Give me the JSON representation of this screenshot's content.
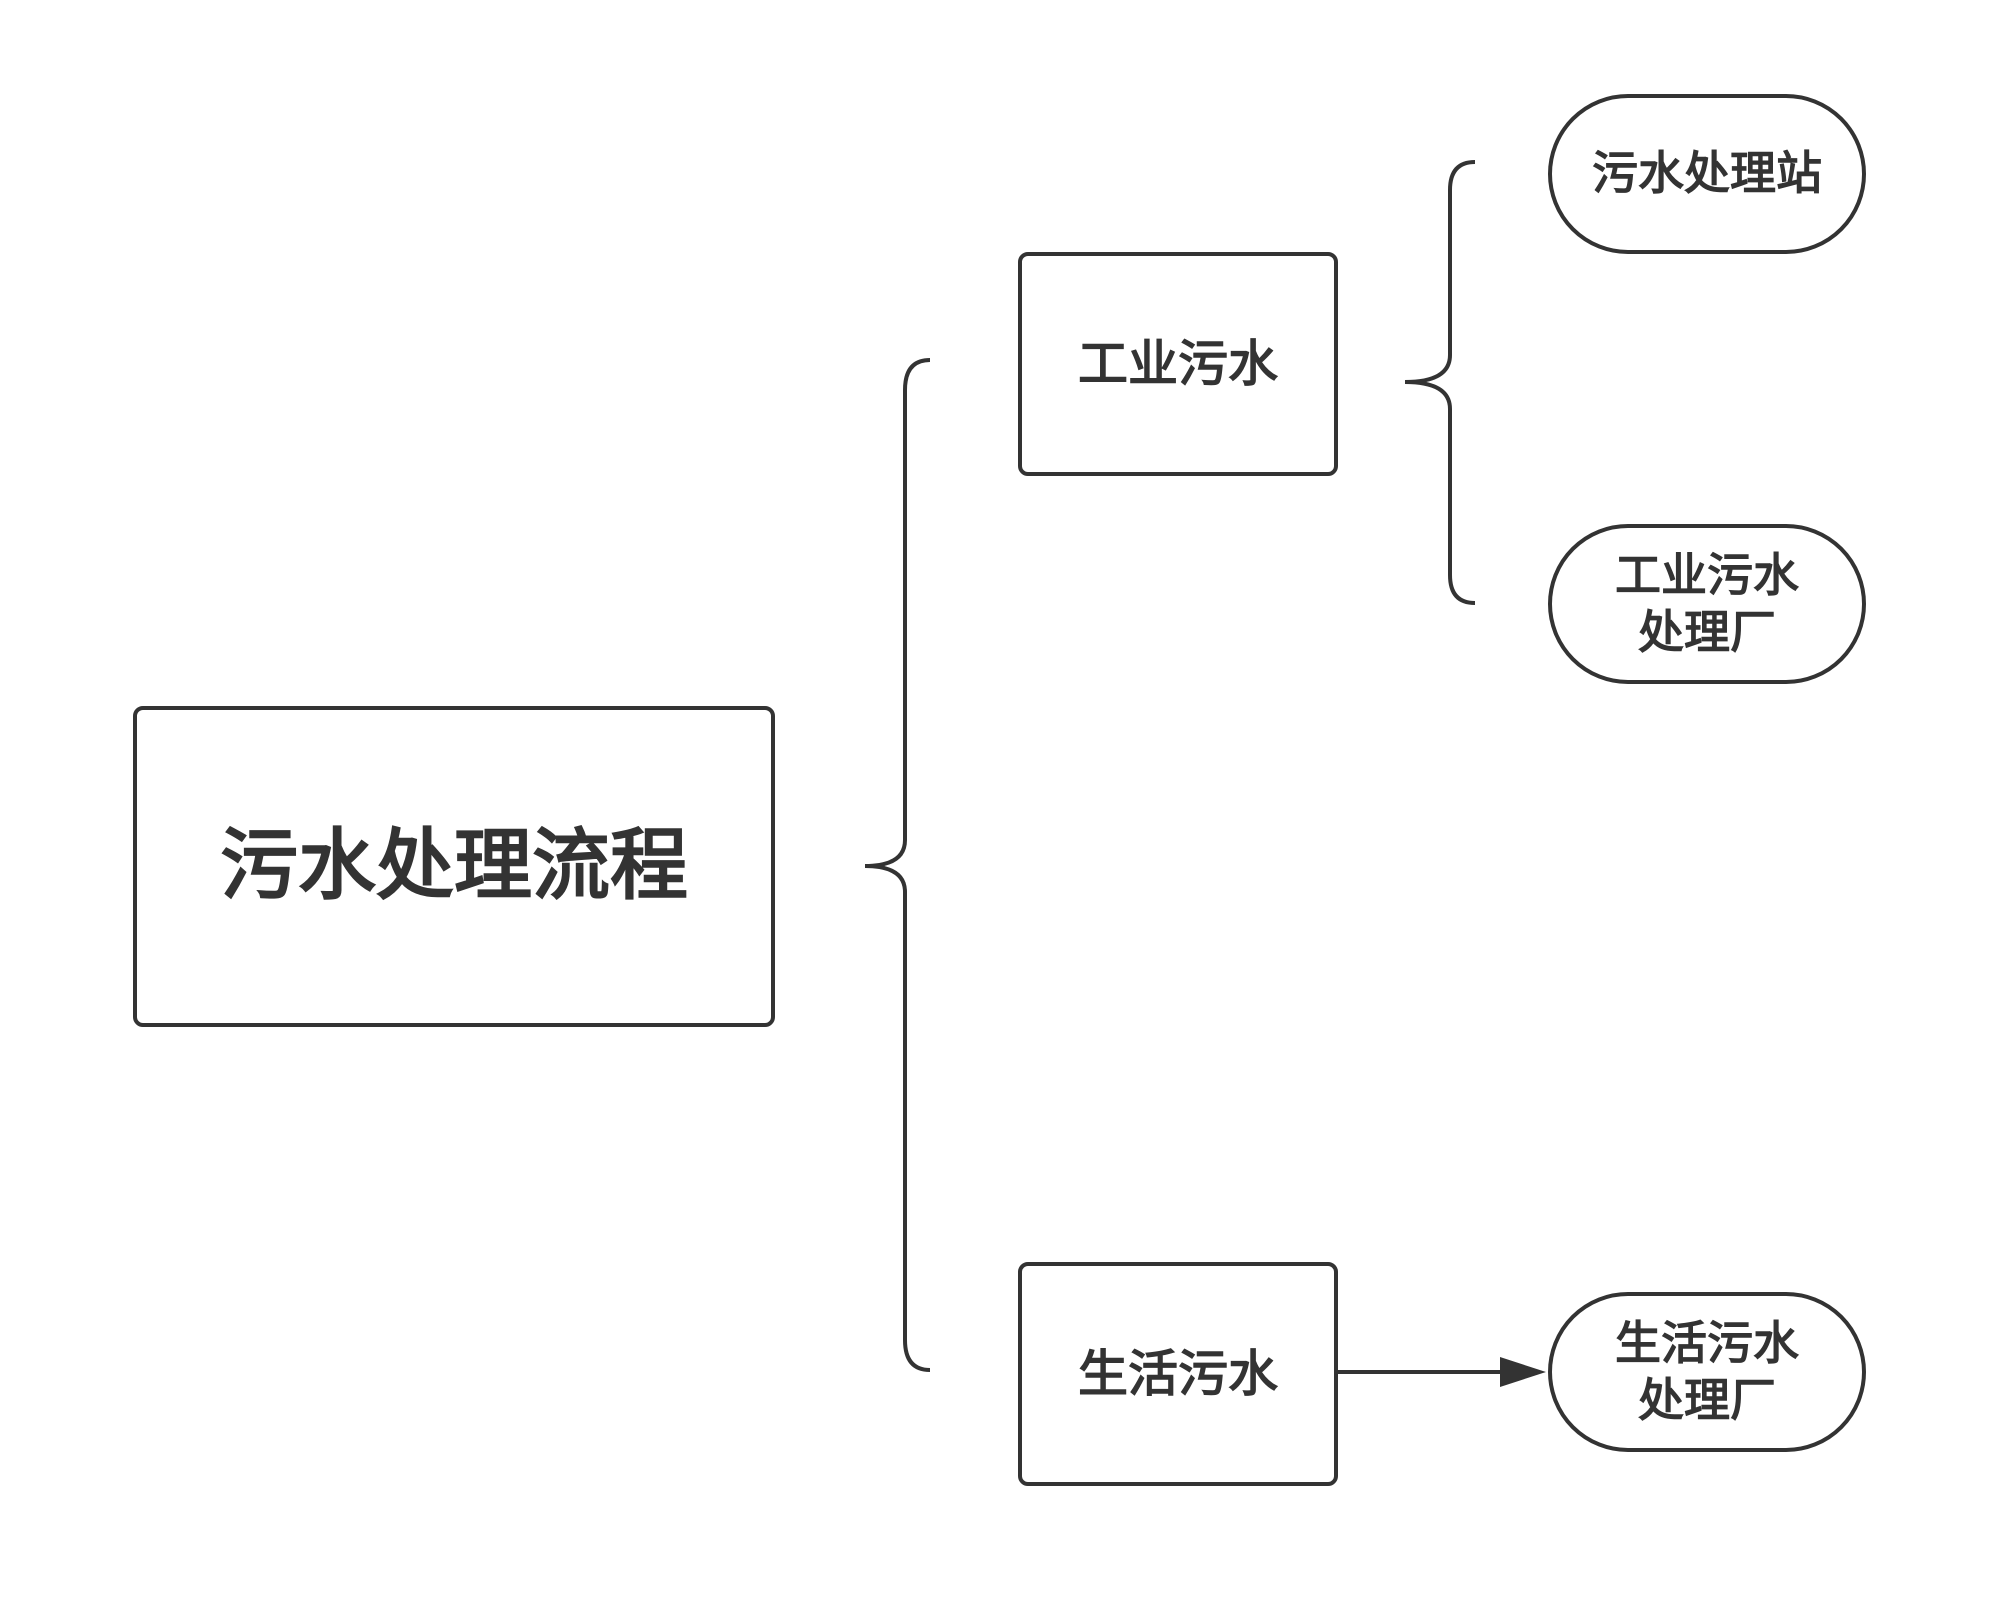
{
  "diagram": {
    "root": {
      "label": "污水处理流程"
    },
    "industrial": {
      "label": "工业污水"
    },
    "domestic": {
      "label": "生活污水"
    },
    "station": {
      "label": "污水处理站"
    },
    "industrial_plant": {
      "label": "工业污水处理厂"
    },
    "domestic_plant": {
      "label": "生活污水处理厂"
    }
  },
  "colors": {
    "stroke": "#333333",
    "text": "#333333",
    "background": "#ffffff"
  },
  "connectors": [
    {
      "type": "brace",
      "from": "root",
      "to": [
        "industrial",
        "domestic"
      ]
    },
    {
      "type": "brace",
      "from": "industrial",
      "to": [
        "station",
        "industrial_plant"
      ]
    },
    {
      "type": "arrow",
      "from": "domestic",
      "to": "domestic_plant"
    }
  ]
}
